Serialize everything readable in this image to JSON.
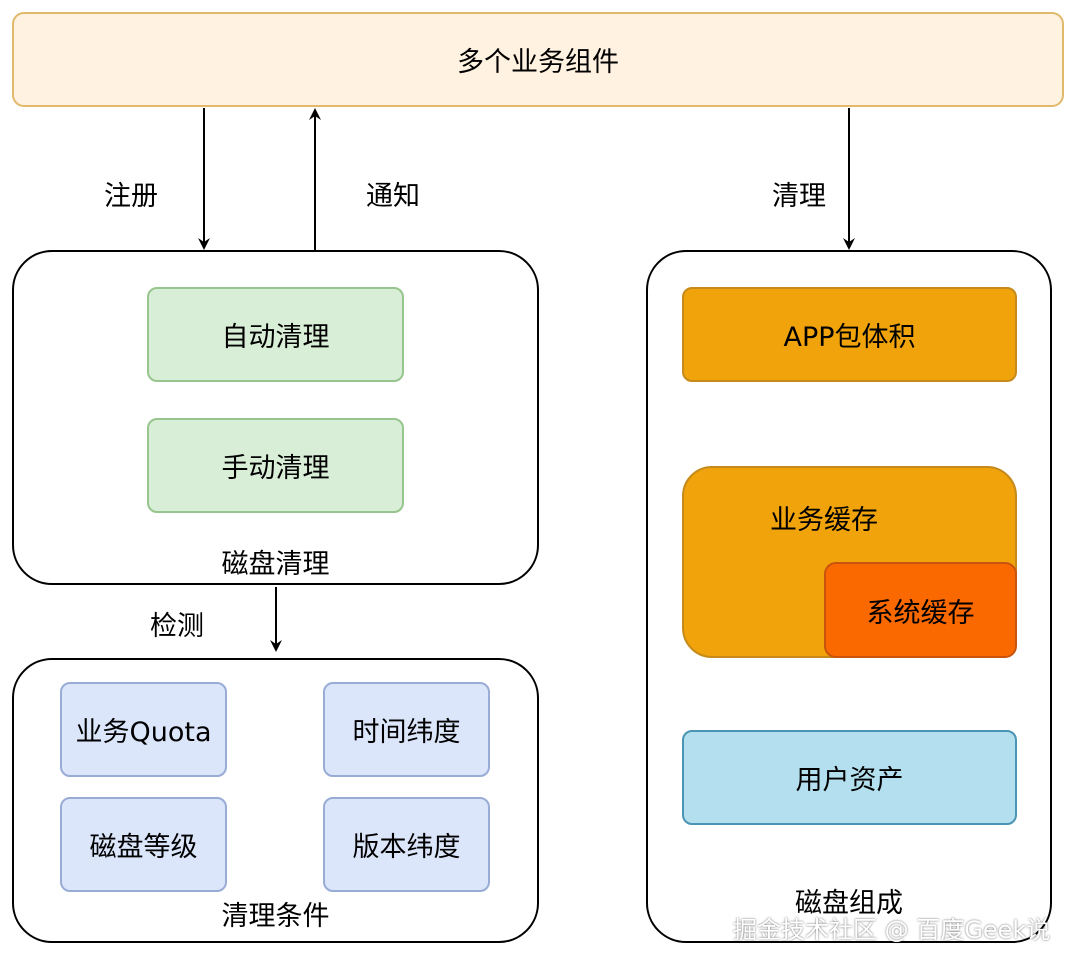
{
  "top": {
    "label": "多个业务组件"
  },
  "edges": {
    "register": "注册",
    "notify": "通知",
    "clean": "清理",
    "detect": "检测"
  },
  "disk_cleanup": {
    "label": "磁盘清理",
    "items": [
      "自动清理",
      "手动清理"
    ]
  },
  "cleanup_conditions": {
    "label": "清理条件",
    "items": [
      "业务Quota",
      "时间纬度",
      "磁盘等级",
      "版本纬度"
    ]
  },
  "disk_composition": {
    "label": "磁盘组成",
    "app_size": "APP包体积",
    "business_cache": "业务缓存",
    "system_cache": "系统缓存",
    "user_assets": "用户资产"
  },
  "watermark": "掘金技术社区 @ 百度Geek说"
}
